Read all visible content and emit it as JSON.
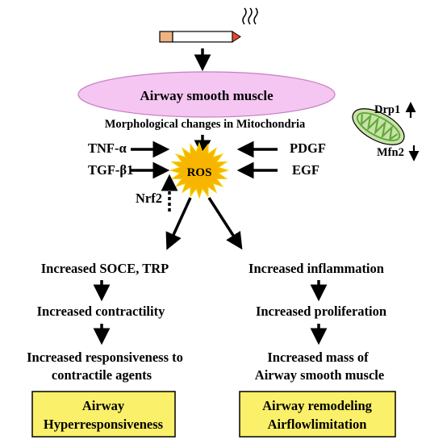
{
  "trigger_icon": "cigarette-icon",
  "organelle_icon": "mitochondrion-icon",
  "colors": {
    "ellipse_fill": "#f4c6f1",
    "ellipse_stroke": "#c77cc2",
    "ros_fill": "#f7b500",
    "ros_stroke": "#f3d200",
    "box_fill": "#fbf06a",
    "cigarette_filter": "#f0b483",
    "cigarette_tip": "#e8472b",
    "mito_fill": "#c8e3a7",
    "mito_inner": "#63a93d"
  },
  "nodes": {
    "airway_smooth_muscle": "Airway smooth muscle",
    "mito_changes": "Morphological changes in Mitochondria",
    "drp1": "Drp1",
    "mfn2": "Mfn2",
    "ros": "ROS",
    "tnf": "TNF-α",
    "tgf": "TGF-β1",
    "pdgf": "PDGF",
    "egf": "EGF",
    "nrf2": "Nrf2",
    "soce": "Increased SOCE, TRP",
    "contractility": "Increased contractility",
    "responsiveness_1": "Increased responsiveness to",
    "responsiveness_2": "contractile agents",
    "inflammation": "Increased inflammation",
    "proliferation": "Increased proliferation",
    "mass_1": "Increased mass of",
    "mass_2": "Airway smooth muscle",
    "box_left_1": "Airway",
    "box_left_2": "Hyperresponsiveness",
    "box_right_1": "Airway remodeling",
    "box_right_2": "Airflowlimitation"
  }
}
